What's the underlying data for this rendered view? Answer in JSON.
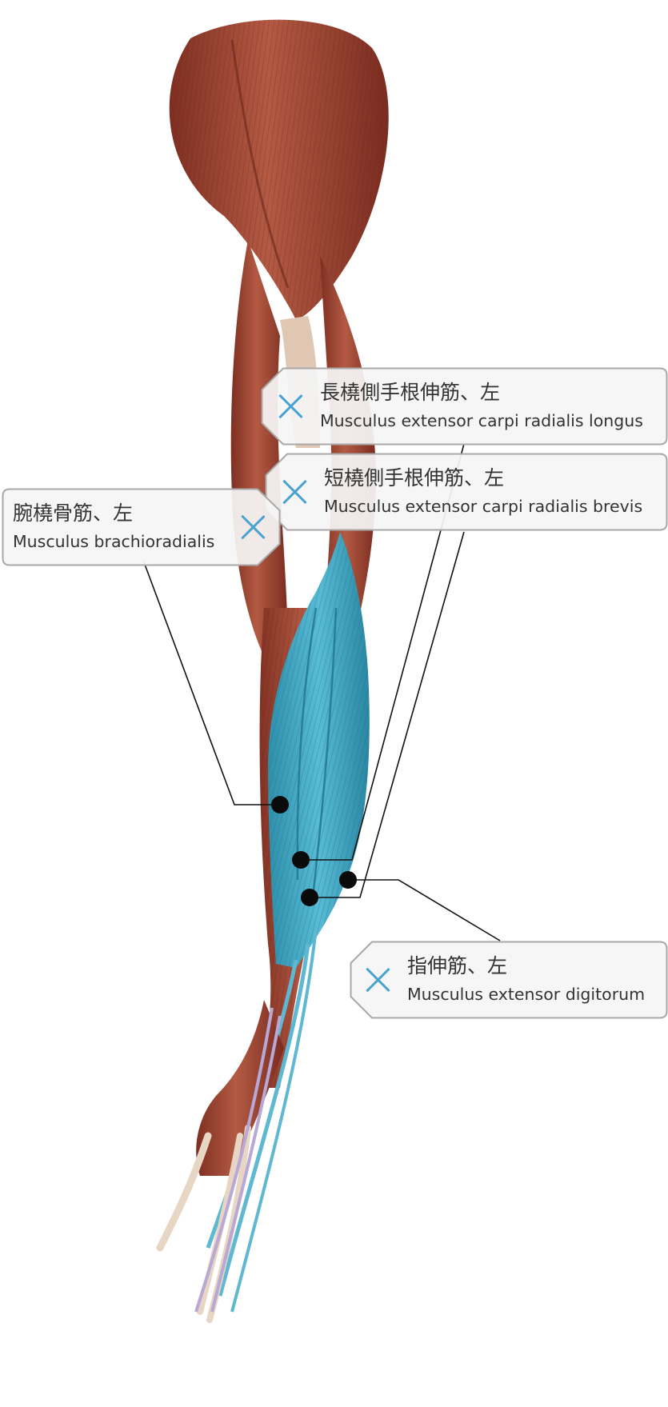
{
  "labels": [
    {
      "id": "ecrl",
      "name_ja": "長橈側手根伸筋、左",
      "name_la": "Musculus extensor carpi radialis longus"
    },
    {
      "id": "ecrb",
      "name_ja": "短橈側手根伸筋、左",
      "name_la": "Musculus extensor carpi radialis brevis"
    },
    {
      "id": "br",
      "name_ja": "腕橈骨筋、左",
      "name_la": "Musculus brachioradialis"
    },
    {
      "id": "ed",
      "name_ja": "指伸筋、左",
      "name_la": "Musculus extensor digitorum"
    }
  ],
  "icons": {
    "close": "close-icon",
    "marker": "pin-dot"
  },
  "colors": {
    "muscle": "#a24a36",
    "muscle_light": "#c06a52",
    "highlight": "#3fa9c5",
    "highlight_light": "#6cc6dc",
    "tendon": "#e6d2c0",
    "nerve": "#b7a8d6",
    "card_fill": "#f5f5f5",
    "card_border": "#a8a8a8",
    "icon": "#4aa3cf",
    "leader": "#111111"
  }
}
